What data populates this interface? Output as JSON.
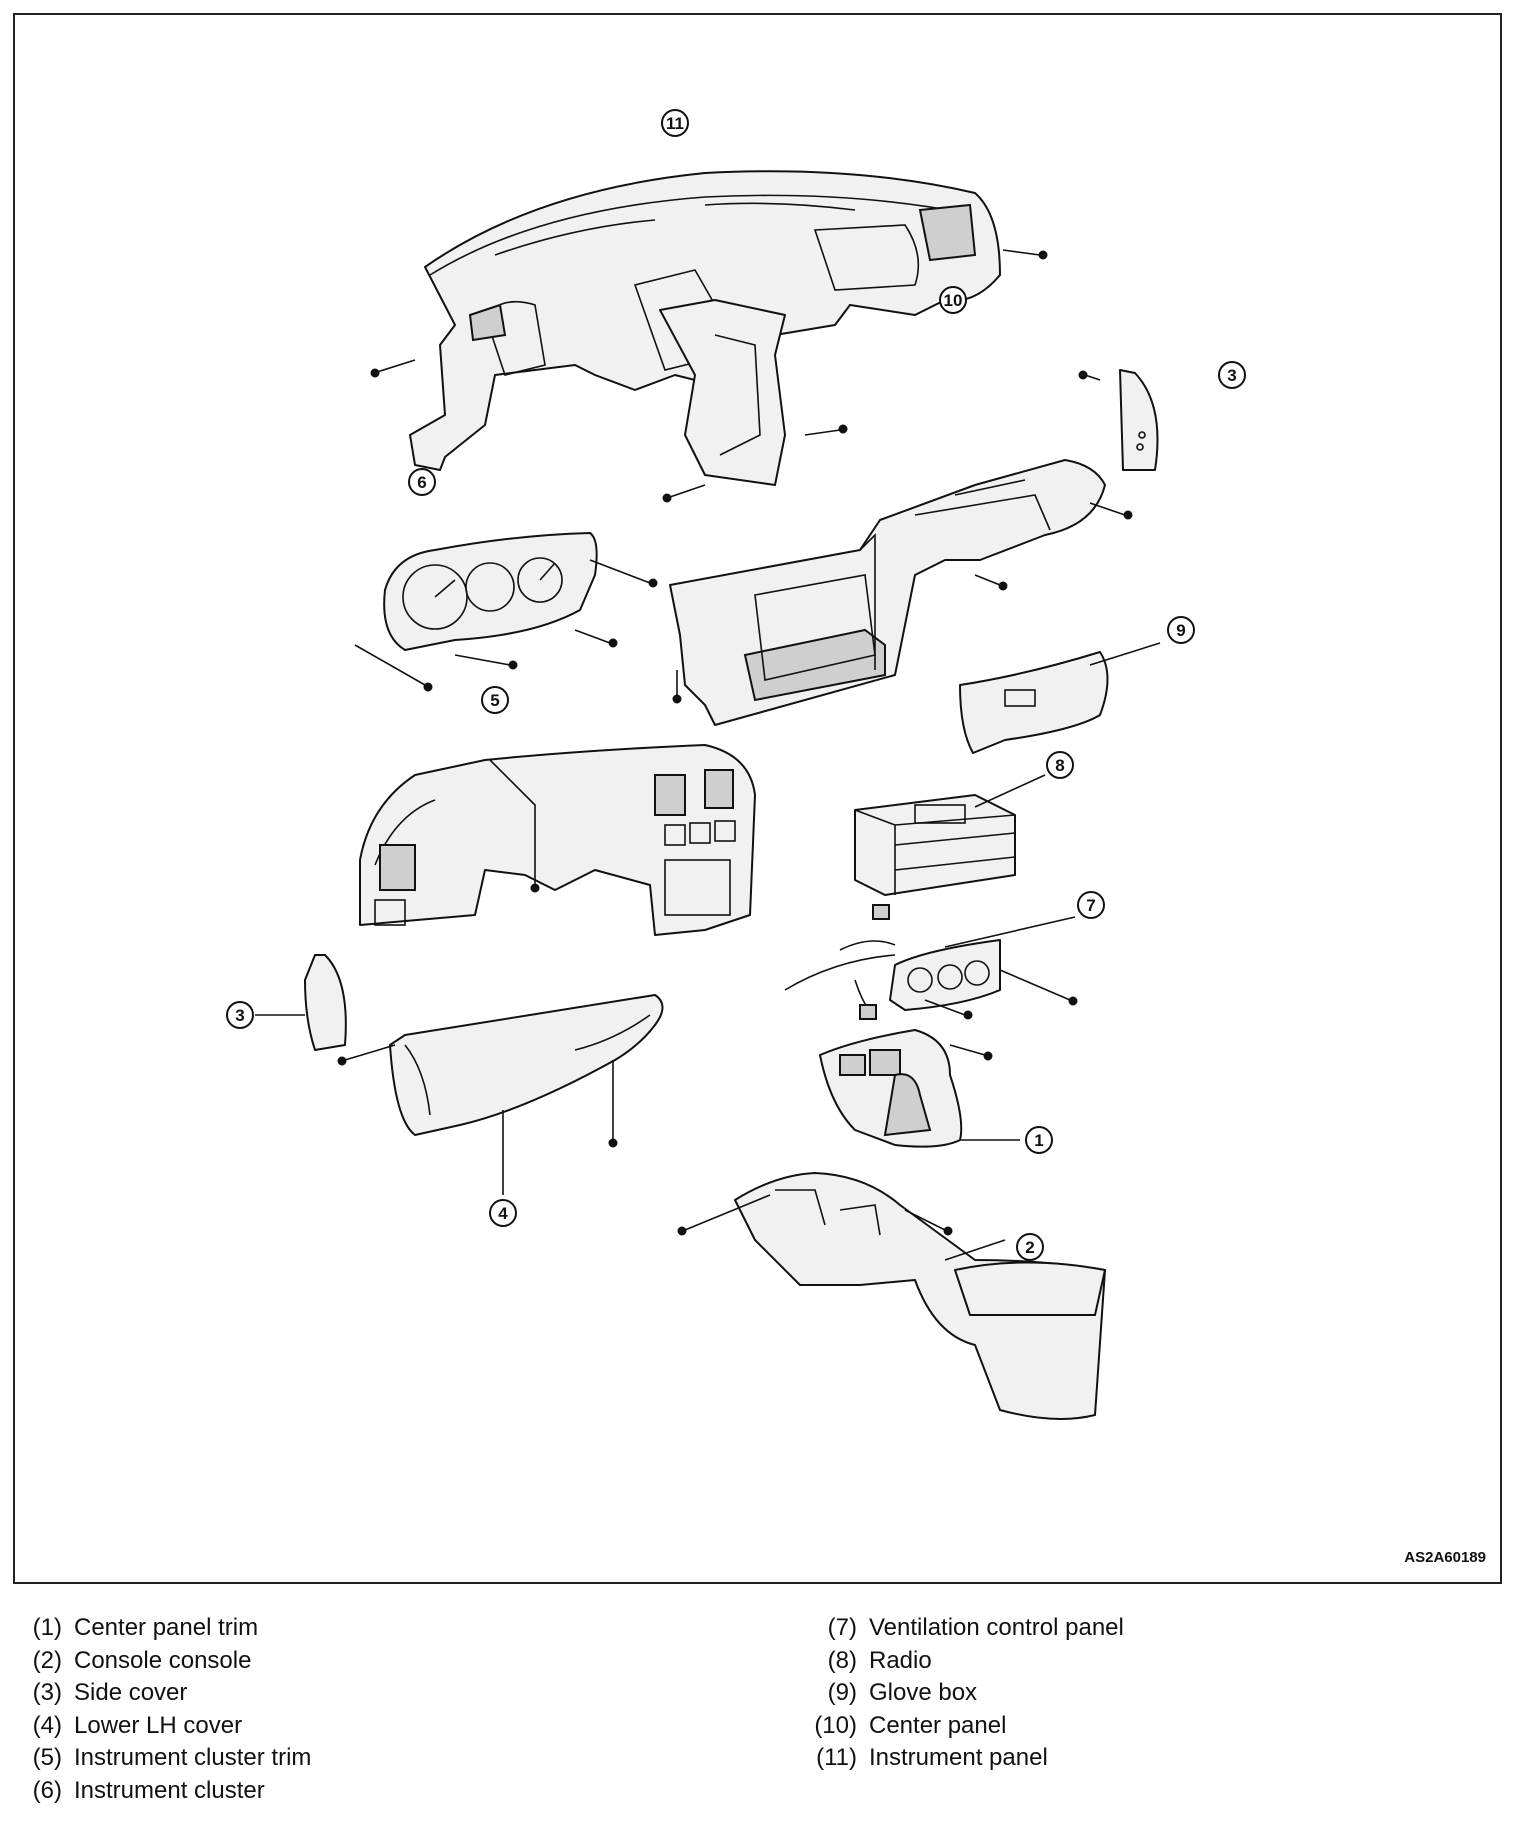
{
  "figure_code": "AS2A60189",
  "callouts": [
    "11",
    "10",
    "3",
    "6",
    "9",
    "5",
    "8",
    "7",
    "3",
    "1",
    "2",
    "4"
  ],
  "legend": {
    "left": [
      {
        "num": "(1)",
        "text": "Center panel trim"
      },
      {
        "num": "(2)",
        "text": "Console console"
      },
      {
        "num": "(3)",
        "text": "Side cover"
      },
      {
        "num": "(4)",
        "text": "Lower LH cover"
      },
      {
        "num": "(5)",
        "text": "Instrument cluster trim"
      },
      {
        "num": "(6)",
        "text": "Instrument cluster"
      }
    ],
    "right": [
      {
        "num": "(7)",
        "text": "Ventilation control panel"
      },
      {
        "num": "(8)",
        "text": "Radio"
      },
      {
        "num": "(9)",
        "text": "Glove box"
      },
      {
        "num": "(10)",
        "text": "Center panel"
      },
      {
        "num": "(11)",
        "text": "Instrument panel"
      }
    ]
  }
}
